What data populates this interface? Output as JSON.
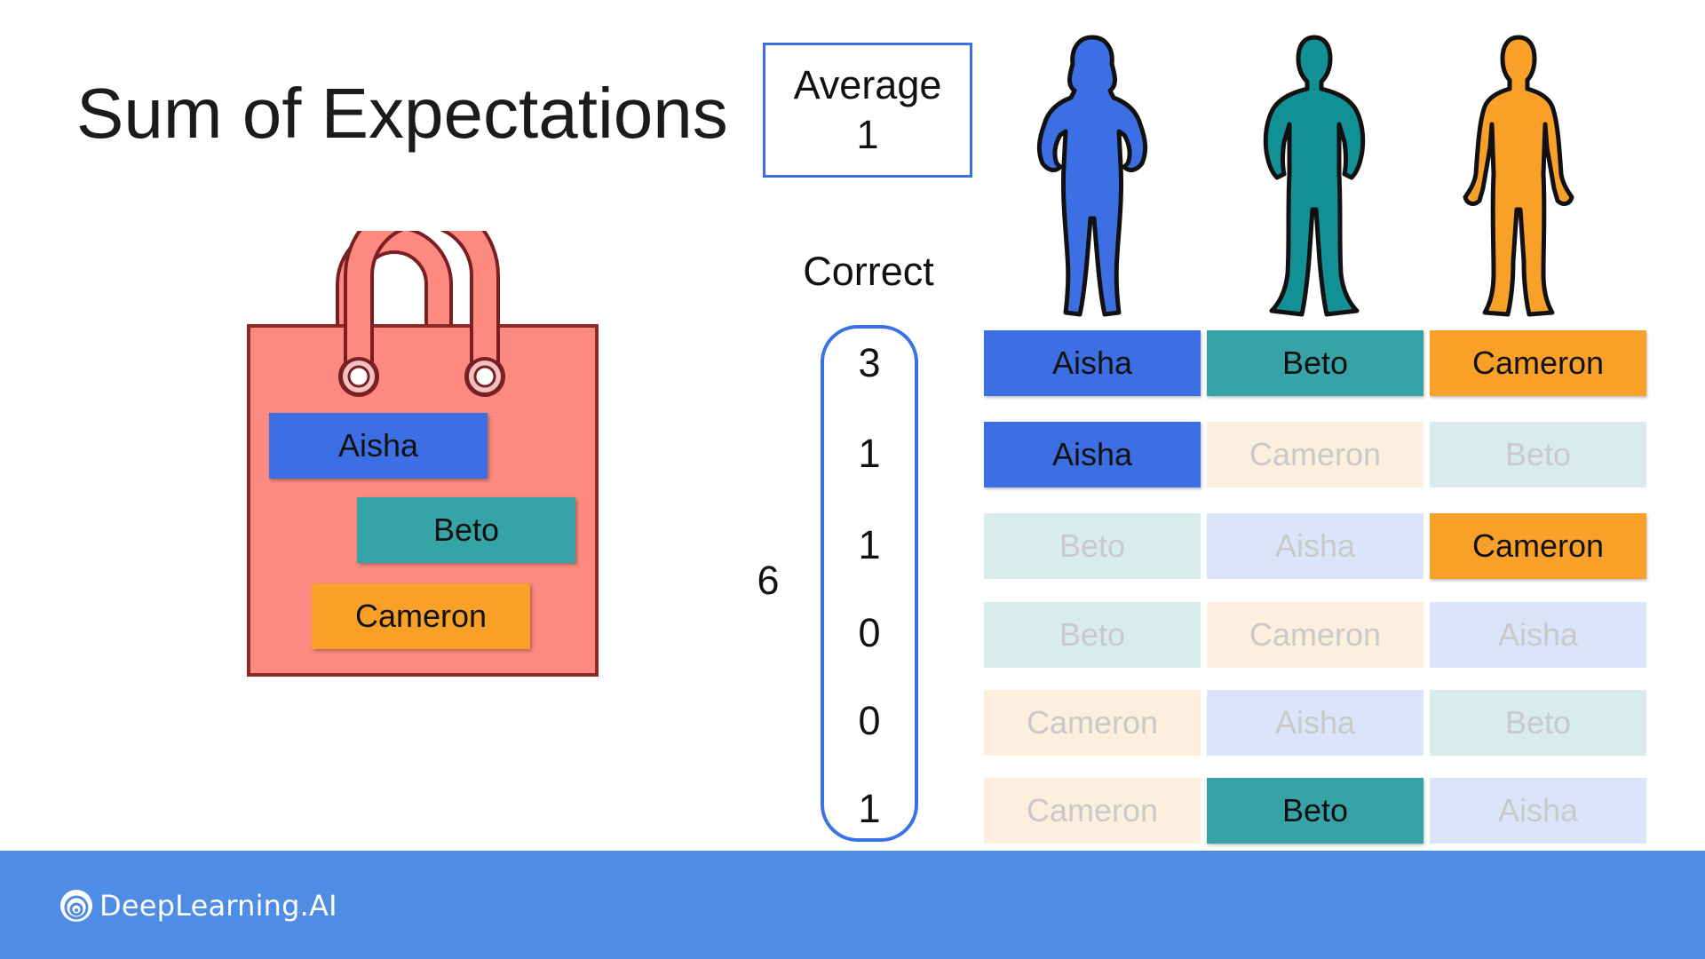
{
  "title": "Sum of Expectations",
  "average": {
    "label": "Average",
    "value": "1"
  },
  "correct_label": "Correct",
  "sum_label": "6",
  "counts": [
    "3",
    "1",
    "1",
    "0",
    "0",
    "1"
  ],
  "people": [
    {
      "name": "Aisha",
      "color": "#3b6fe3"
    },
    {
      "name": "Beto",
      "color": "#119095"
    },
    {
      "name": "Cameron",
      "color": "#f9a028"
    }
  ],
  "bag": {
    "color": "#fc8a80",
    "labels": [
      {
        "name": "Aisha",
        "color": "#3b6fe3"
      },
      {
        "name": "Beto",
        "color": "#36a3a6"
      },
      {
        "name": "Cameron",
        "color": "#f9a028"
      }
    ]
  },
  "table": {
    "header": [
      "Aisha",
      "Beto",
      "Cameron"
    ],
    "rows": [
      [
        {
          "name": "Aisha",
          "match": true
        },
        {
          "name": "Cameron",
          "match": false
        },
        {
          "name": "Beto",
          "match": false
        }
      ],
      [
        {
          "name": "Beto",
          "match": false
        },
        {
          "name": "Aisha",
          "match": false
        },
        {
          "name": "Cameron",
          "match": true
        }
      ],
      [
        {
          "name": "Beto",
          "match": false
        },
        {
          "name": "Cameron",
          "match": false
        },
        {
          "name": "Aisha",
          "match": false
        }
      ],
      [
        {
          "name": "Cameron",
          "match": false
        },
        {
          "name": "Aisha",
          "match": false
        },
        {
          "name": "Beto",
          "match": false
        }
      ],
      [
        {
          "name": "Cameron",
          "match": false
        },
        {
          "name": "Beto",
          "match": true
        },
        {
          "name": "Aisha",
          "match": false
        }
      ]
    ]
  },
  "colors": {
    "Aisha": {
      "solid": "#3b6fe3",
      "faded": "#dbe4f8"
    },
    "Beto": {
      "solid": "#36a3a6",
      "faded": "#d8ecec"
    },
    "Cameron": {
      "solid": "#f9a028",
      "faded": "#fdeedd"
    }
  },
  "footer": {
    "brand": "DeepLearning.AI",
    "bg": "#4f8de4"
  }
}
